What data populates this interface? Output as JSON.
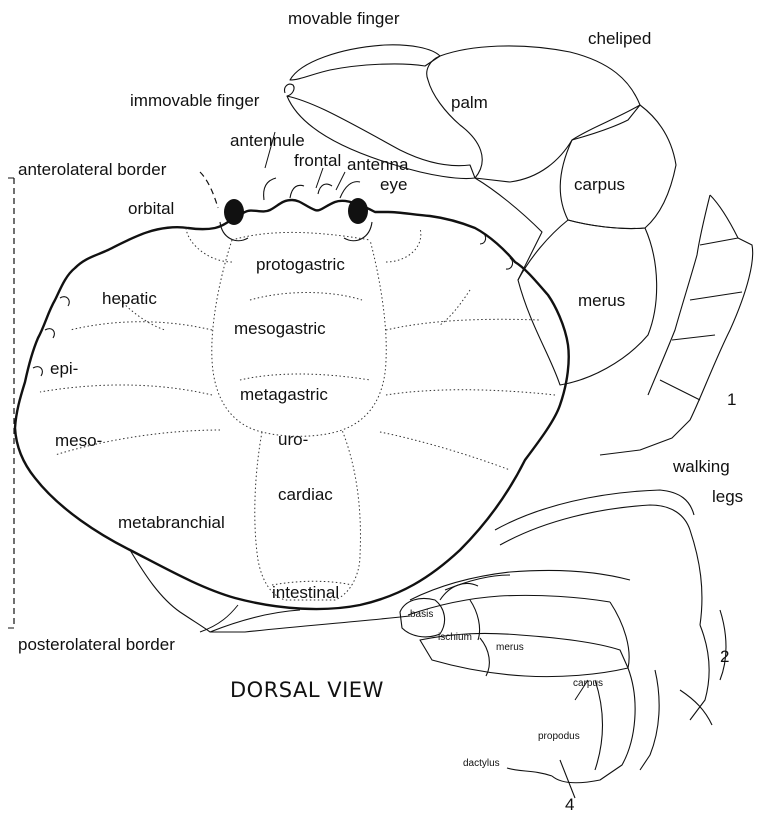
{
  "labels": {
    "movable_finger": "movable finger",
    "cheliped": "cheliped",
    "immovable_finger": "immovable finger",
    "palm": "palm",
    "antennule": "antennule",
    "frontal": "frontal",
    "antenna": "antenna",
    "eye": "eye",
    "anterolateral_border": "anterolateral border",
    "orbital": "orbital",
    "carpus": "carpus",
    "protogastric": "protogastric",
    "hepatic": "hepatic",
    "merus": "merus",
    "mesogastric": "mesogastric",
    "epi": "epi-",
    "metagastric": "metagastric",
    "leg_1": "1",
    "meso": "meso-",
    "uro": "uro-",
    "walking": "walking",
    "legs": "legs",
    "cardiac": "cardiac",
    "metabranchial": "metabranchial",
    "intestinal": "intestinal",
    "basis": "basis",
    "ischium": "ischium",
    "leg_merus": "merus",
    "leg_2": "2",
    "posterolateral_border": "posterolateral border",
    "leg_carpus": "carpus",
    "dorsal_view": "DORSAL VIEW",
    "propodus": "propodus",
    "dactylus": "dactylus",
    "leg_4": "4"
  },
  "colors": {
    "ink": "#111111",
    "background": "#ffffff"
  }
}
